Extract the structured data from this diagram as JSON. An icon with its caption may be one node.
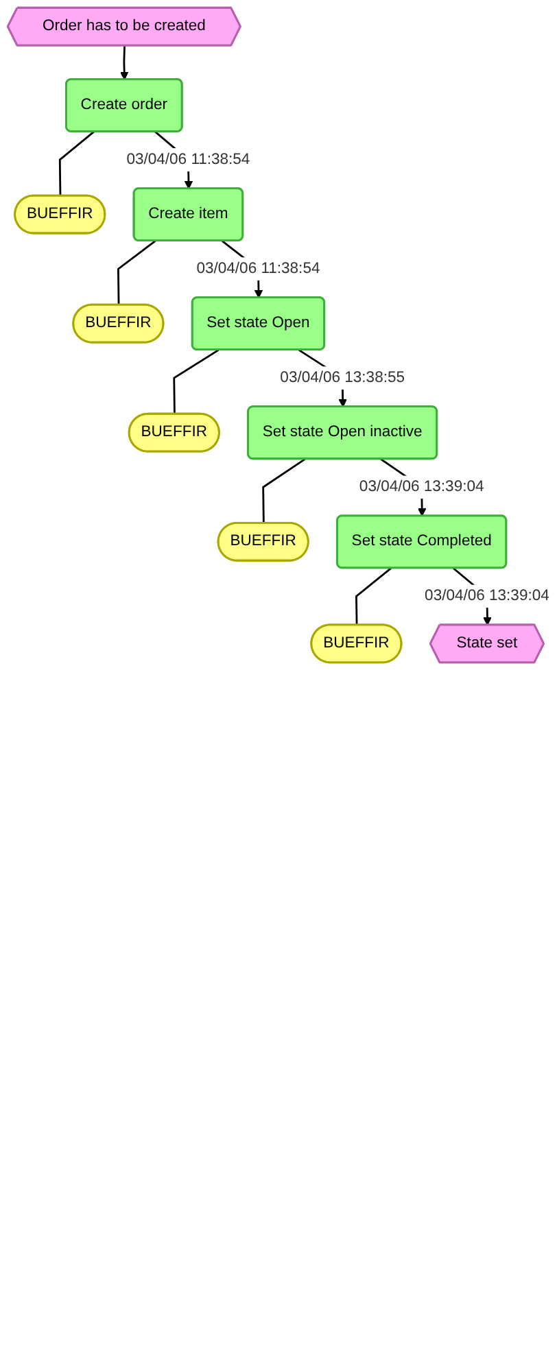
{
  "diagram": {
    "nodes": [
      {
        "text": [
          "Order has to be created"
        ]
      },
      {
        "text": [
          "Create order"
        ],
        "beside": [
          "03/04/06 11:38:54"
        ]
      },
      {
        "text": [
          "BUEFFIR"
        ]
      },
      {
        "text": [
          "Create item"
        ],
        "beside": [
          "03/04/06 11:38:54"
        ]
      },
      {
        "text": [
          "BUEFFIR"
        ]
      },
      {
        "text": [
          "Set state Open"
        ],
        "beside": [
          "03/04/06 13:38:55"
        ]
      },
      {
        "text": [
          "BUEFFIR"
        ]
      },
      {
        "text": [
          "Set state Open inactive"
        ],
        "beside": [
          "03/04/06 13:39:04"
        ]
      },
      {
        "text": [
          "BUEFFIR"
        ]
      },
      {
        "text": [
          "Set state Completed"
        ],
        "beside": [
          "03/04/06 13:39:04"
        ]
      },
      {
        "text": [
          "BUEFFIR"
        ]
      },
      {
        "text": [
          "State set"
        ]
      }
    ],
    "edges": [
      {
        "from": 0,
        "to": 1,
        "arrow": "to"
      },
      {
        "from": 1,
        "to": 2,
        "arrow": "none"
      },
      {
        "from": 1,
        "to": 3,
        "arrow": "to"
      },
      {
        "from": 3,
        "to": 4,
        "arrow": "none"
      },
      {
        "from": 3,
        "to": 5,
        "arrow": "to"
      },
      {
        "from": 5,
        "to": 6,
        "arrow": "none"
      },
      {
        "from": 5,
        "to": 7,
        "arrow": "to"
      },
      {
        "from": 7,
        "to": 8,
        "arrow": "none"
      },
      {
        "from": 7,
        "to": 9,
        "arrow": "to"
      },
      {
        "from": 9,
        "to": 10,
        "arrow": "none"
      },
      {
        "from": 9,
        "to": 11,
        "arrow": "to"
      }
    ]
  }
}
